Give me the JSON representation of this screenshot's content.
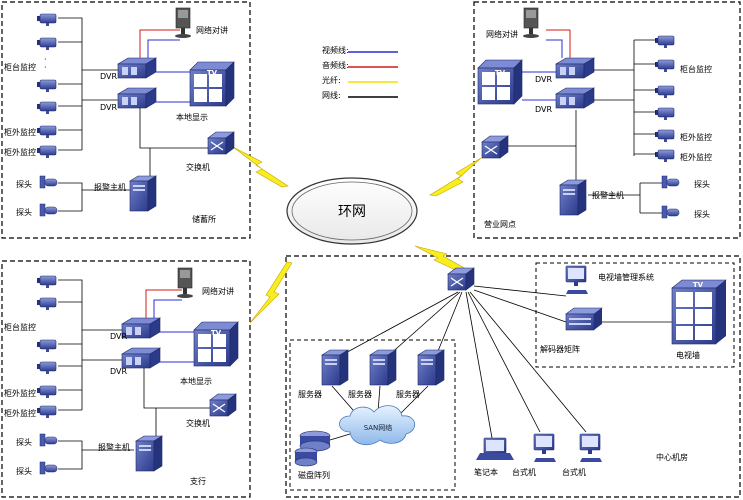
{
  "legend": {
    "items": [
      {
        "label": "视频线:",
        "color": "#2d2dd6"
      },
      {
        "label": "音频线:",
        "color": "#d11a1a"
      },
      {
        "label": "光纤:",
        "color": "#f2e200"
      },
      {
        "label": "网线:",
        "color": "#000000"
      }
    ]
  },
  "ring": {
    "label": "环网"
  },
  "storage_site": {
    "name": "储蓄所",
    "counter_monitor": "柜台监控",
    "outside_monitor_1": "柜外监控",
    "outside_monitor_2": "柜外监控",
    "probe_1": "探头",
    "probe_2": "探头",
    "intercom": "网络对讲",
    "dvr_1": "DVR",
    "dvr_2": "DVR",
    "local_display": "本地显示",
    "switch": "交换机",
    "alarm_host": "报警主机",
    "tv": "TV",
    "dots": "·"
  },
  "business_site": {
    "name": "营业网点",
    "intercom": "网络对讲",
    "dvr_1": "DVR",
    "dvr_2": "DVR",
    "counter_monitor": "柜台监控",
    "outside_monitor_1": "柜外监控",
    "outside_monitor_2": "柜外监控",
    "probe_1": "探头",
    "probe_2": "探头",
    "alarm_host": "报警主机",
    "tv": "TV"
  },
  "branch_site": {
    "name": "支行",
    "counter_monitor": "柜台监控",
    "outside_monitor_1": "柜外监控",
    "outside_monitor_2": "柜外监控",
    "probe_1": "探头",
    "probe_2": "探头",
    "intercom": "网络对讲",
    "dvr_1": "DVR",
    "dvr_2": "DVR",
    "local_display": "本地显示",
    "switch": "交换机",
    "alarm_host": "报警主机",
    "tv": "TV"
  },
  "center": {
    "name": "中心机房",
    "tvwall_mgmt": "电视墙管理系统",
    "decoder_matrix": "解码器矩阵",
    "tv_wall": "电视墙",
    "tv": "TV",
    "server_1": "服务器",
    "server_2": "服务器",
    "server_3": "服务器",
    "san": "SAN网络",
    "disk_array": "磁盘阵列",
    "laptop": "笔记本",
    "desktop_1": "台式机",
    "desktop_2": "台式机"
  }
}
